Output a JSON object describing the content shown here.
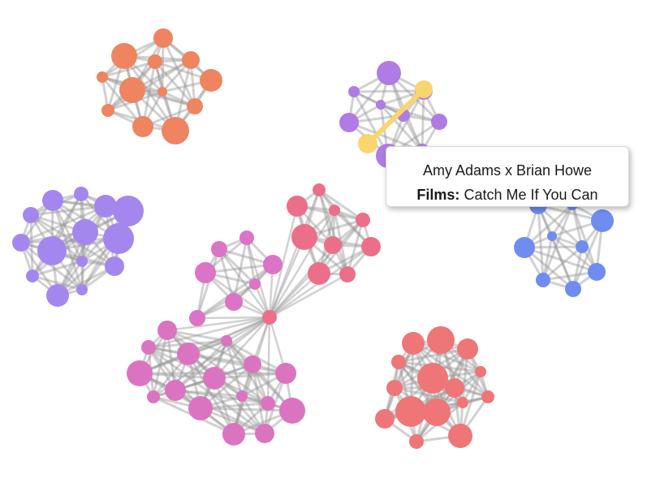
{
  "colors": {
    "background": "#ffffff",
    "edge": "#9a9a9a",
    "highlight": "#f9d56e",
    "orange": "#ee8460",
    "purple": "#b07be4",
    "violet": "#a487ee",
    "blue": "#6f8cf1",
    "pink": "#ec6f8a",
    "magenta": "#db73c6",
    "rose": "#db74c0",
    "salmon": "#ee7676"
  },
  "tooltip": {
    "pair": "Amy Adams x Brian Howe",
    "films_label": "Films:",
    "films_value": "Catch Me If You Can"
  }
}
